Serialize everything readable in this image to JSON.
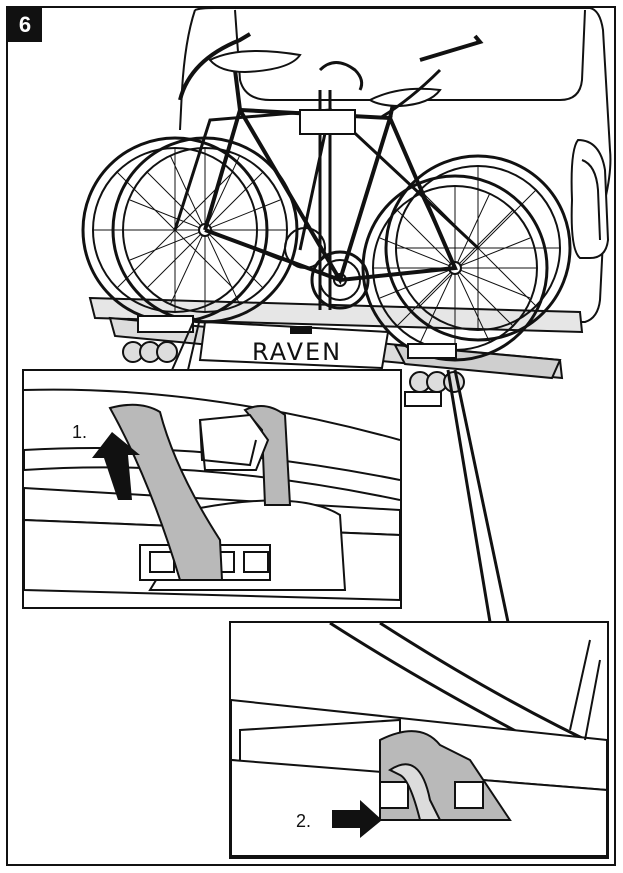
{
  "step": {
    "number": "6"
  },
  "plate": {
    "text": "RAVEN"
  },
  "detail_1": {
    "label": "1."
  },
  "detail_2": {
    "label": "2."
  },
  "colors": {
    "ink": "#111111",
    "strap_gray": "#b9b9b9",
    "paper": "#ffffff",
    "rack_gray": "#d4d4d4"
  }
}
